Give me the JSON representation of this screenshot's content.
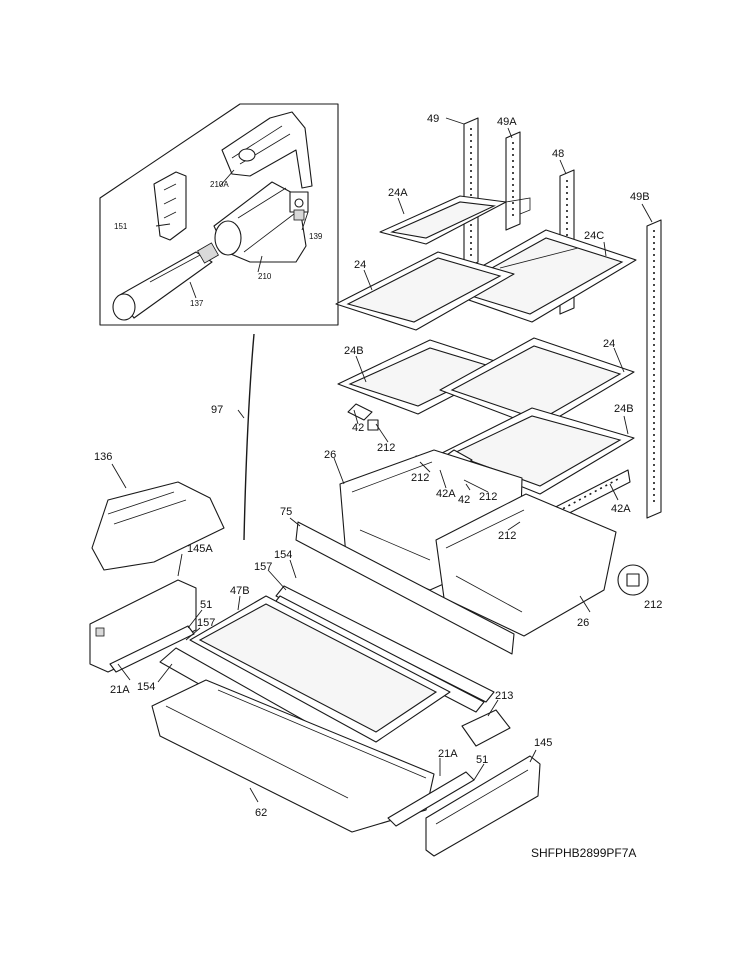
{
  "diagram": {
    "drawing_code": "SHFPHB2899PF7A",
    "callouts": {
      "c49": "49",
      "c49A": "49A",
      "c48": "48",
      "c49B": "49B",
      "c24A": "24A",
      "c24C": "24C",
      "c24_left": "24",
      "c24_right": "24",
      "c24B_left": "24B",
      "c24B_right": "24B",
      "c210A": "210A",
      "c151": "151",
      "c139": "139",
      "c210": "210",
      "c137": "137",
      "c97": "97",
      "c42_a": "42",
      "c42_b": "42",
      "c212_a": "212",
      "c212_b": "212",
      "c212_c": "212",
      "c212_d": "212",
      "c212_e": "212",
      "c42A_a": "42A",
      "c42A_b": "42A",
      "c26_left": "26",
      "c26_right": "26",
      "c136": "136",
      "c75": "75",
      "c154_a": "154",
      "c154_b": "154",
      "c157_a": "157",
      "c157_b": "157",
      "c145A": "145A",
      "c47B": "47B",
      "c51_a": "51",
      "c51_b": "51",
      "c21A_a": "21A",
      "c21A_b": "21A",
      "c213": "213",
      "c145": "145",
      "c62": "62"
    }
  }
}
